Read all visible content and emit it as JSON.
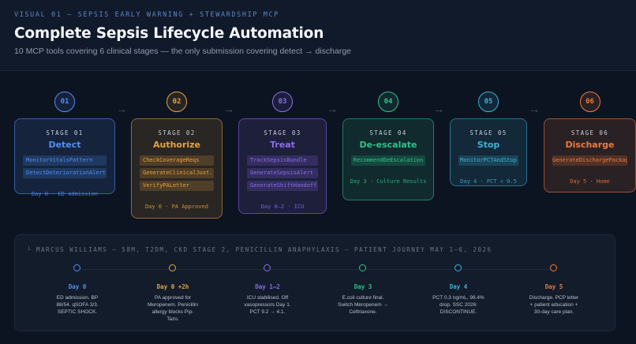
{
  "header": {
    "kicker": "VISUAL 01 — SEPSIS EARLY WARNING + STEWARDSHIP MCP",
    "title": "Complete Sepsis Lifecycle Automation",
    "subtitle": "10 MCP tools covering 6 clinical stages — the only submission covering detect → discharge"
  },
  "arrow_glyph": "→",
  "stages": [
    {
      "num": "01",
      "label": "STAGE 01",
      "name": "Detect",
      "color": "#4f8ff7",
      "tools": [
        "MonitorVitalsPattern",
        "DetectDeteriorationAlert"
      ],
      "foot": "Day 0 · ED Admission"
    },
    {
      "num": "02",
      "label": "STAGE 02",
      "name": "Authorize",
      "color": "#e9a23b",
      "tools": [
        "CheckCoverageReqs",
        "GenerateClinicalJust.",
        "VerifyPALetter"
      ],
      "foot": "Day 0 · PA Approved"
    },
    {
      "num": "03",
      "label": "STAGE 03",
      "name": "Treat",
      "color": "#8b6cf0",
      "tools": [
        "TrackSepsisBundle",
        "GenerateSepsisAlert",
        "GenerateShiftHandoff"
      ],
      "foot": "Day 0–2 · ICU"
    },
    {
      "num": "04",
      "label": "STAGE 04",
      "name": "De-escalate",
      "color": "#2fc38a",
      "tools": [
        "RecommendDeEscalation"
      ],
      "foot": "Day 3 · Culture Results"
    },
    {
      "num": "05",
      "label": "STAGE 05",
      "name": "Stop",
      "color": "#3bb2d6",
      "tools": [
        "MonitorPCTAndStop"
      ],
      "foot": "Day 4 · PCT < 0.5"
    },
    {
      "num": "06",
      "label": "STAGE 06",
      "name": "Discharge",
      "color": "#ee7a3a",
      "tools": [
        "GenerateDischargePackage"
      ],
      "foot": "Day 5 · Home"
    }
  ],
  "journey": {
    "title": "└ MARCUS WILLIAMS — 58M, T2DM, CKD STAGE 2, PENICILLIN ANAPHYLAXIS — PATIENT JOURNEY MAY 1–6, 2026",
    "events": [
      {
        "day": "Day 0",
        "color": "#4f8ff7",
        "desc": [
          "ED admission. BP",
          "88/54. qSOFA 3/3.",
          "SEPTIC SHOCK."
        ]
      },
      {
        "day": "Day 0 +2h",
        "color": "#e9a23b",
        "desc": [
          "PA approved for",
          "Meropenem. Penicillin",
          "allergy blocks Pip-",
          "Tazo."
        ]
      },
      {
        "day": "Day 1–2",
        "color": "#8b6cf0",
        "desc": [
          "ICU stabilised. Off",
          "vasopressors Day 1.",
          "PCT 9.2 → 4.1."
        ]
      },
      {
        "day": "Day 3",
        "color": "#2fc38a",
        "desc": [
          "E.coli culture final.",
          "Switch Meropenem →",
          "Ceftriaxone."
        ]
      },
      {
        "day": "Day 4",
        "color": "#3bb2d6",
        "desc": [
          "PCT 0.3 ng/mL, 98.4%",
          "drop. SSC 2026:",
          "DISCONTINUE."
        ]
      },
      {
        "day": "Day 5",
        "color": "#ee7a3a",
        "desc": [
          "Discharge. PCP letter",
          "+ patient education +",
          "30-day care plan."
        ]
      }
    ]
  }
}
